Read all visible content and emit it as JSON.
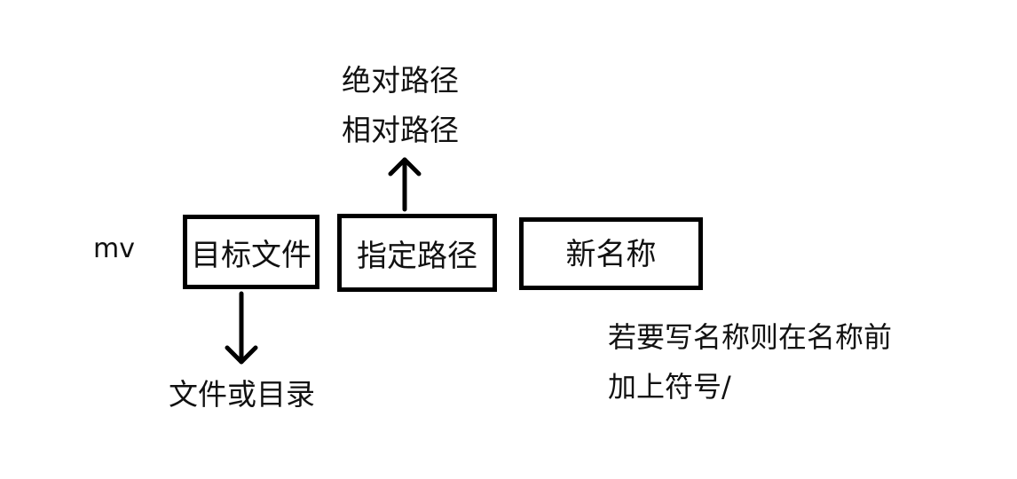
{
  "command": "mv",
  "boxes": {
    "target_file": "目标文件",
    "specified_path": "指定路径",
    "new_name": "新名称"
  },
  "path_types": {
    "absolute": "绝对路径",
    "relative": "相对路径"
  },
  "target_note": "文件或目录",
  "rename_note": {
    "line1": "若要写名称则在名称前",
    "line2": "加上符号/"
  },
  "colors": {
    "stroke": "#000000",
    "text": "#111111",
    "background": "#ffffff"
  }
}
